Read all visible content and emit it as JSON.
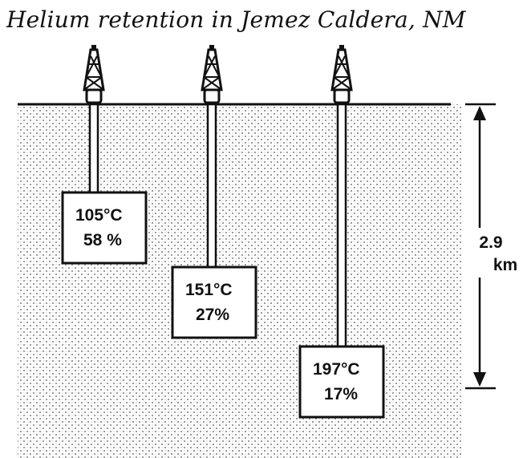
{
  "title": "Helium retention in Jemez Caldera, NM",
  "wells": [
    {
      "temperature": "105°C",
      "retention": "58 %"
    },
    {
      "temperature": "151°C",
      "retention": "27%"
    },
    {
      "temperature": "197°C",
      "retention": "17%"
    }
  ],
  "depth_scale": {
    "value": "2.9",
    "unit": "km"
  },
  "colors": {
    "ground": "#d9d9d9",
    "ink": "#111111",
    "background": "#ffffff"
  }
}
